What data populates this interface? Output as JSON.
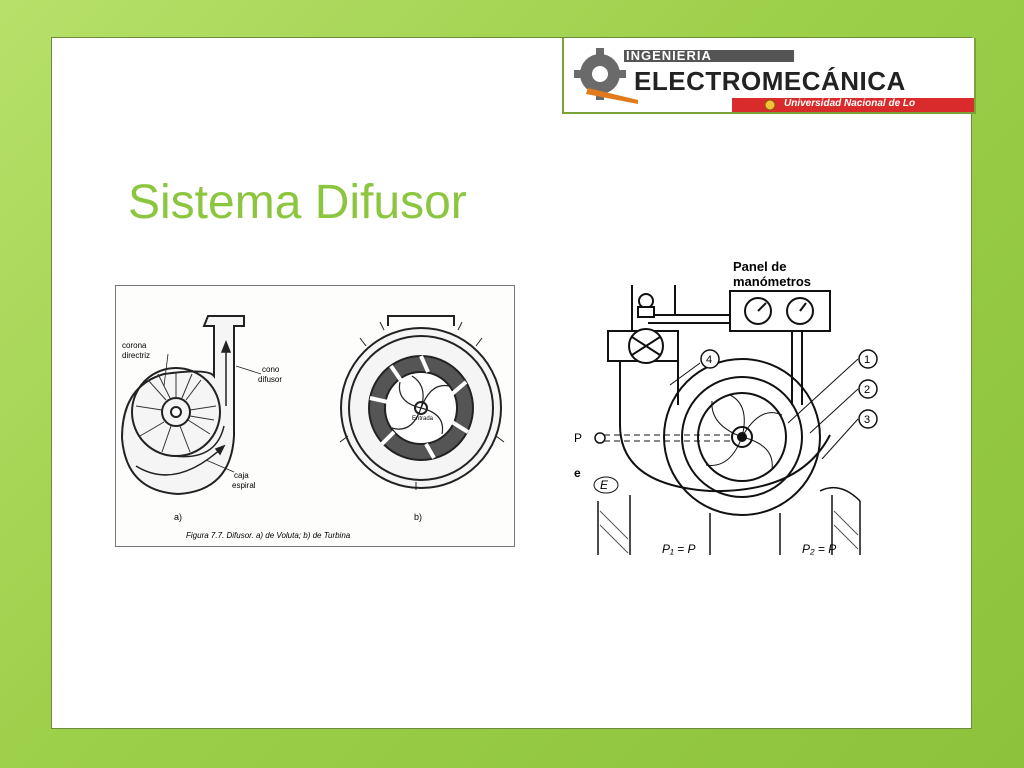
{
  "slide": {
    "title": "Sistema Difusor"
  },
  "logo": {
    "line1": "INGENIERIA",
    "line2": "ELECTROMECÁNICA",
    "line3": "Universidad Nacional de Lo"
  },
  "figure_left": {
    "labels": {
      "corona": "corona",
      "directriz": "directriz",
      "cono": "cono",
      "difusor": "difusor",
      "caja": "caja",
      "espiral": "espiral",
      "entrada": "Entrada",
      "a": "a)",
      "b": "b)"
    },
    "caption": "Figura 7.7. Difusor. a) de Voluta; b) de Turbina"
  },
  "figure_right": {
    "panel_line1": "Panel de",
    "panel_line2": "manómetros",
    "num1": "1",
    "num2": "2",
    "num3": "3",
    "num4": "4",
    "p": "P",
    "e_small": "e",
    "e_circle": "E",
    "bottom1": "P₁ = P",
    "bottom2": "P₂ = P"
  }
}
